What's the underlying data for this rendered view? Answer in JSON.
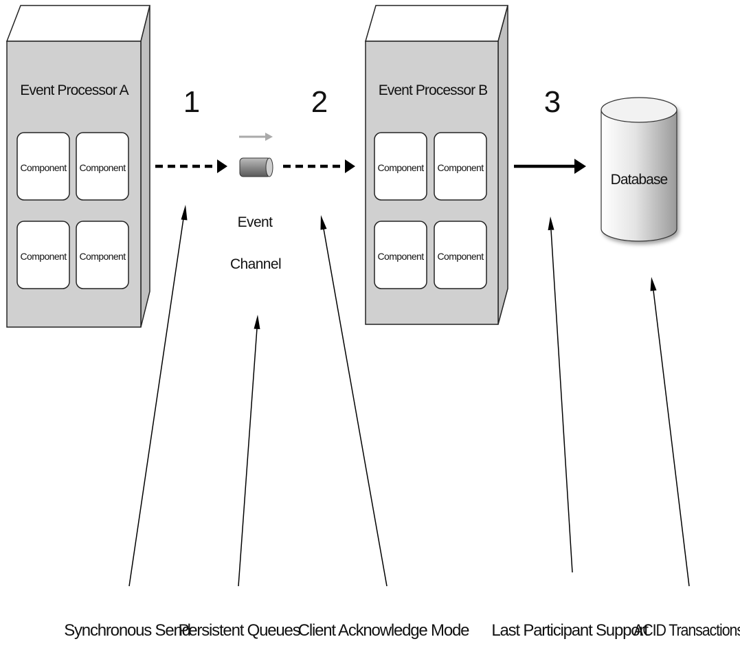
{
  "processor_a": {
    "title": "Event Processor A",
    "components": [
      "Component",
      "Component",
      "Component",
      "Component"
    ]
  },
  "processor_b": {
    "title": "Event Processor B",
    "components": [
      "Component",
      "Component",
      "Component",
      "Component"
    ]
  },
  "event_channel": {
    "line1": "Event",
    "line2": "Channel"
  },
  "database": {
    "label": "Database"
  },
  "steps": [
    "1",
    "2",
    "3"
  ],
  "annotations": [
    "Synchronous Send",
    "Persistent Queues",
    "Client Acknowledge Mode",
    "Last Participant Support",
    "ACID Transactions"
  ],
  "colors": {
    "box_fill": "#d0d0d0",
    "box_side": "#c0c0c0",
    "outline": "#222222",
    "arrow": "#000000",
    "channel_arrow": "#aaaaaa"
  }
}
